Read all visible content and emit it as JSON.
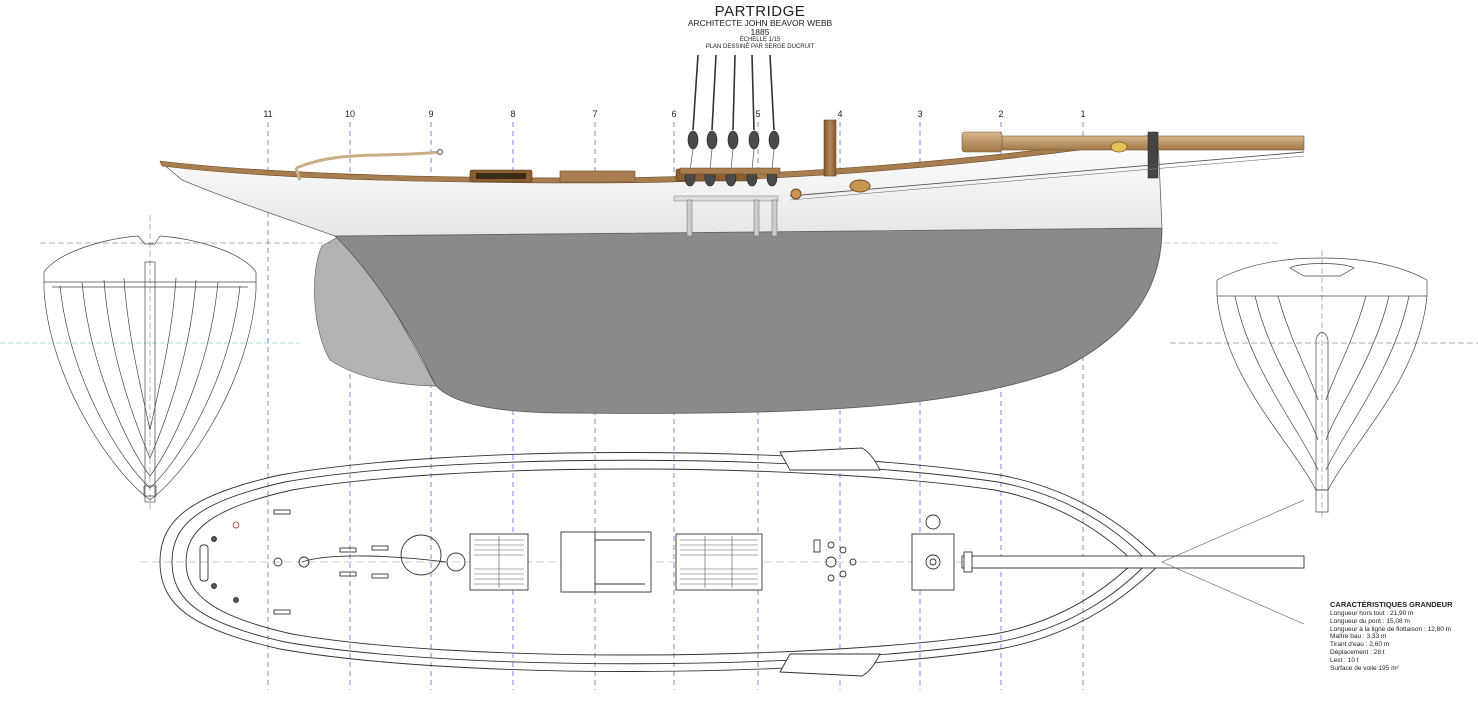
{
  "title": {
    "name": "PARTRIDGE",
    "architect": "ARCHITECTE JOHN BEAVOR WEBB",
    "year": "1885",
    "scale": "ÉCHELLE 1/15",
    "drawn_by": "PLAN DESSINÉ PAR SERGE DUCRUIT"
  },
  "stations": [
    "11",
    "10",
    "9",
    "8",
    "7",
    "6",
    "5",
    "4",
    "3",
    "2",
    "1"
  ],
  "specs": {
    "heading": "CARACTÉRISTIQUES GRANDEUR",
    "lines": [
      "Longueur hors tout : 21,90 m",
      "Longueur du pont : 15,08 m",
      "Longueur à la ligne de flottaison : 12,80 m",
      "Maître bau : 3,33 m",
      "Tirant d'eau : 2,60 m",
      "Déplacement : 28 t",
      "Lest : 10 t",
      "Surface de voile 195 m²"
    ]
  },
  "colors": {
    "hull_topside": "#f1f1f1",
    "hull_underwater": "#8a8a8a",
    "rudder": "#b3b3b3",
    "wood": "#a87d4f",
    "station_line": "#6a6ad8",
    "centerline": "#999999",
    "waterline_cyan": "#7fd6d6"
  }
}
